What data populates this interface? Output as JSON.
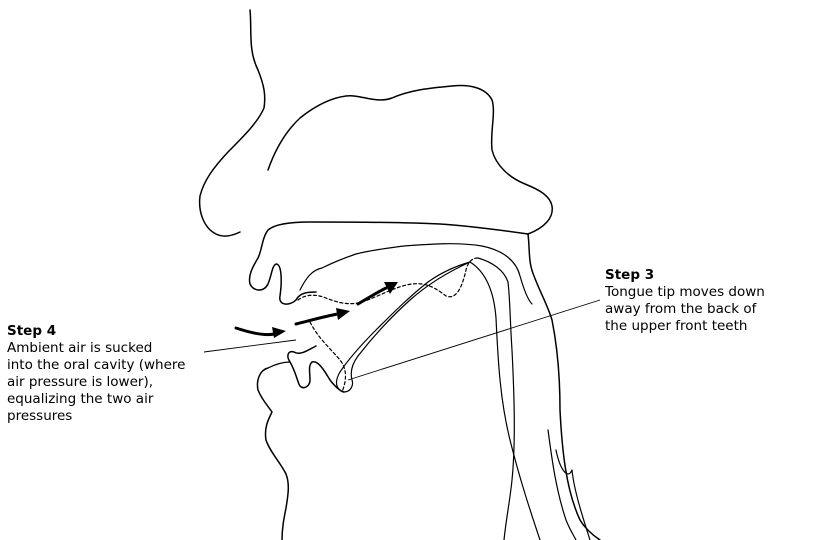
{
  "labels": {
    "step3": {
      "title": "Step 3",
      "body": "Tongue tip moves down\naway from the back of\nthe upper front teeth"
    },
    "step4": {
      "title": "Step 4",
      "body": "Ambient air is sucked\ninto the oral cavity (where\nair pressure is lower),\nequalizing the two air\npressures"
    }
  }
}
